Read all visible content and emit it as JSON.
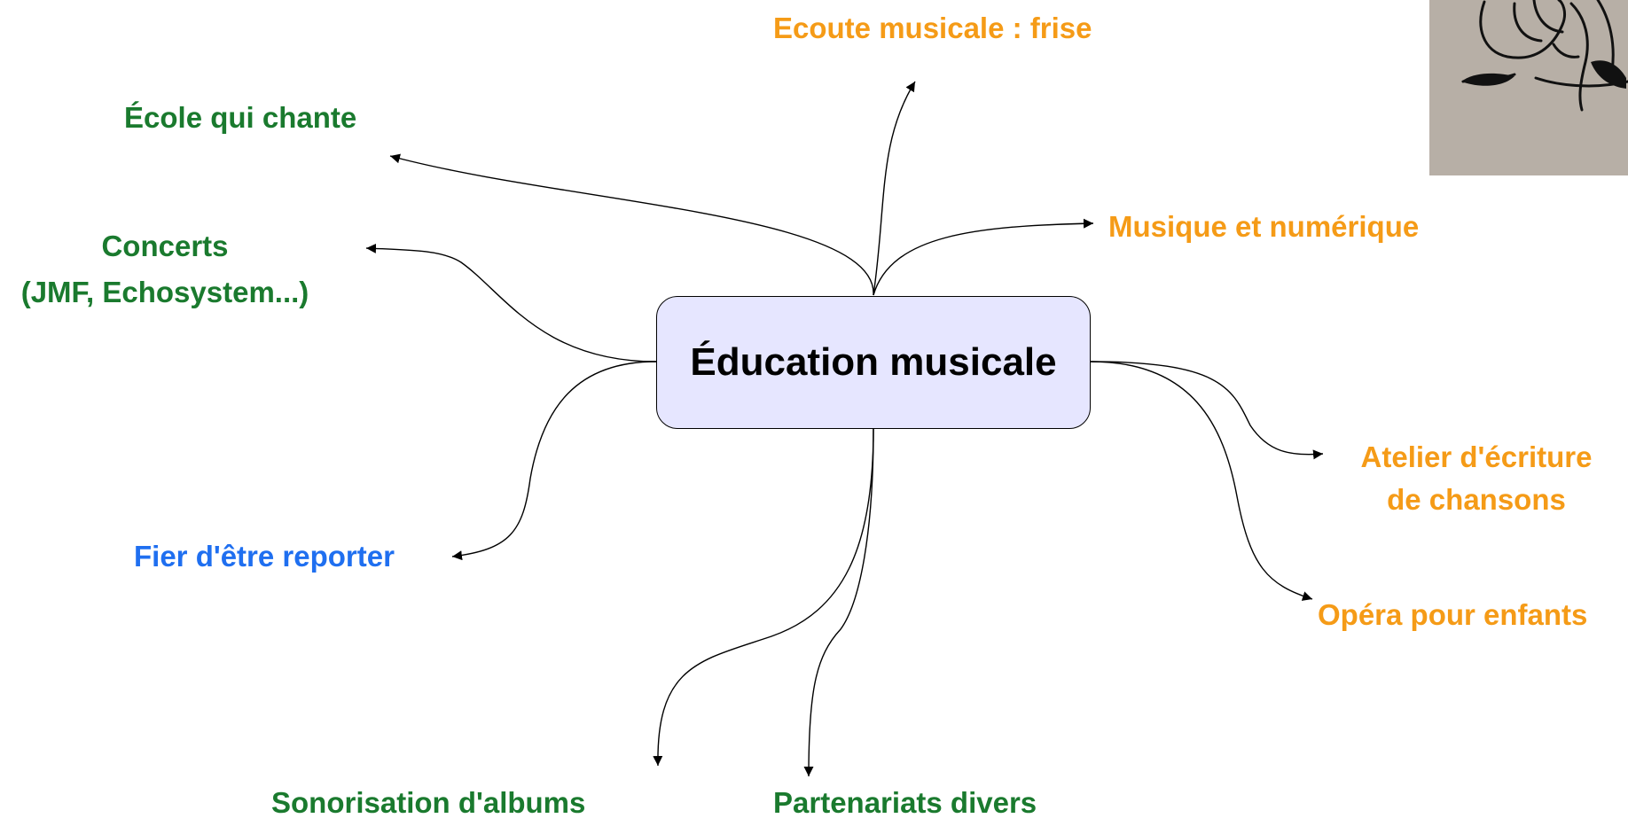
{
  "center_label": "Éducation musicale",
  "nodes": {
    "ecoute": "Ecoute musicale : frise",
    "ecole": "École qui chante",
    "concerts_1": "Concerts",
    "concerts_2": "(JMF, Echosystem...)",
    "musique_num": "Musique et numérique",
    "atelier_1": "Atelier d'écriture",
    "atelier_2": "de chansons",
    "opera": "Opéra pour enfants",
    "fier": "Fier d'être reporter",
    "sonorisation": "Sonorisation d'albums",
    "partenariats": "Partenariats divers"
  },
  "colors": {
    "green": "#1a7a2e",
    "orange": "#f59b17",
    "blue": "#1f6ff0",
    "box_fill": "#e6e6ff"
  },
  "photo": {
    "icon": "sketch-drawing-photo"
  }
}
